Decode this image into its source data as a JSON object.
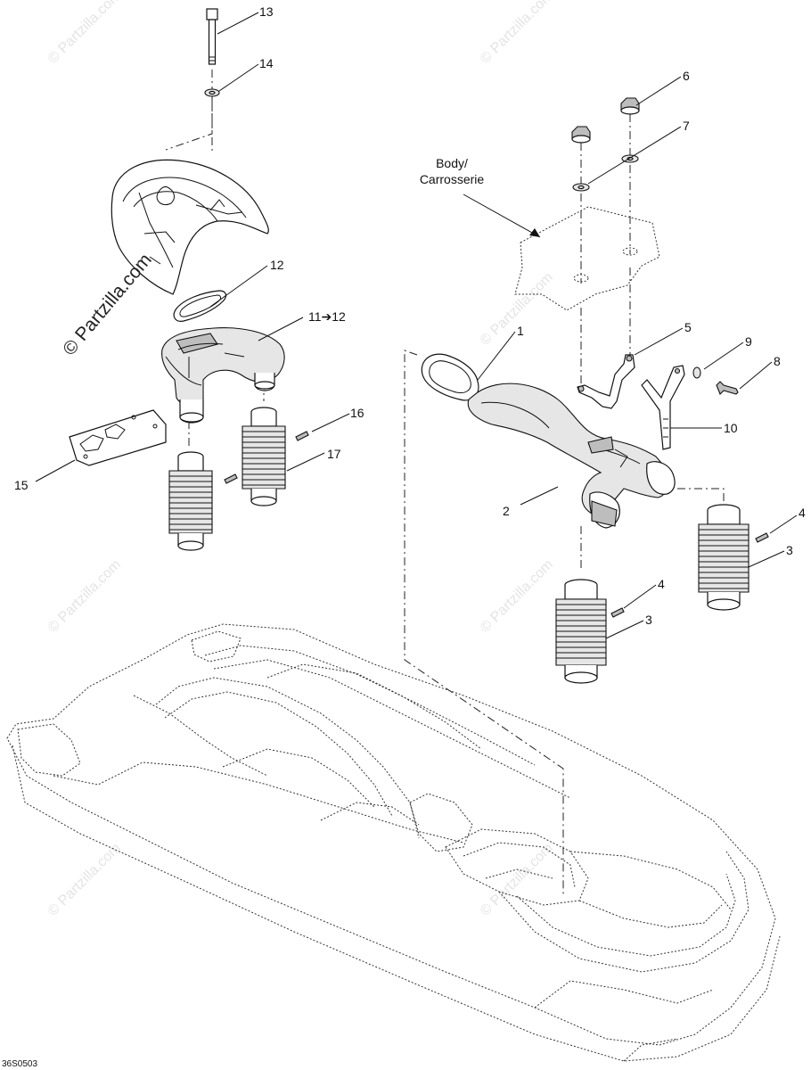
{
  "watermark": {
    "text": "© Partzilla.com",
    "overlay_text": "© Partzilla.com"
  },
  "diagram_code": "36S0503",
  "body_label": {
    "line1": "Body/",
    "line2": "Carrosserie"
  },
  "callouts": {
    "c1": "1",
    "c2": "2",
    "c3a": "3",
    "c3b": "3",
    "c4a": "4",
    "c4b": "4",
    "c5": "5",
    "c6": "6",
    "c7": "7",
    "c8": "8",
    "c9": "9",
    "c10": "10",
    "c11": "11➔12",
    "c12": "12",
    "c13": "13",
    "c14": "14",
    "c15": "15",
    "c16": "16",
    "c17": "17"
  }
}
